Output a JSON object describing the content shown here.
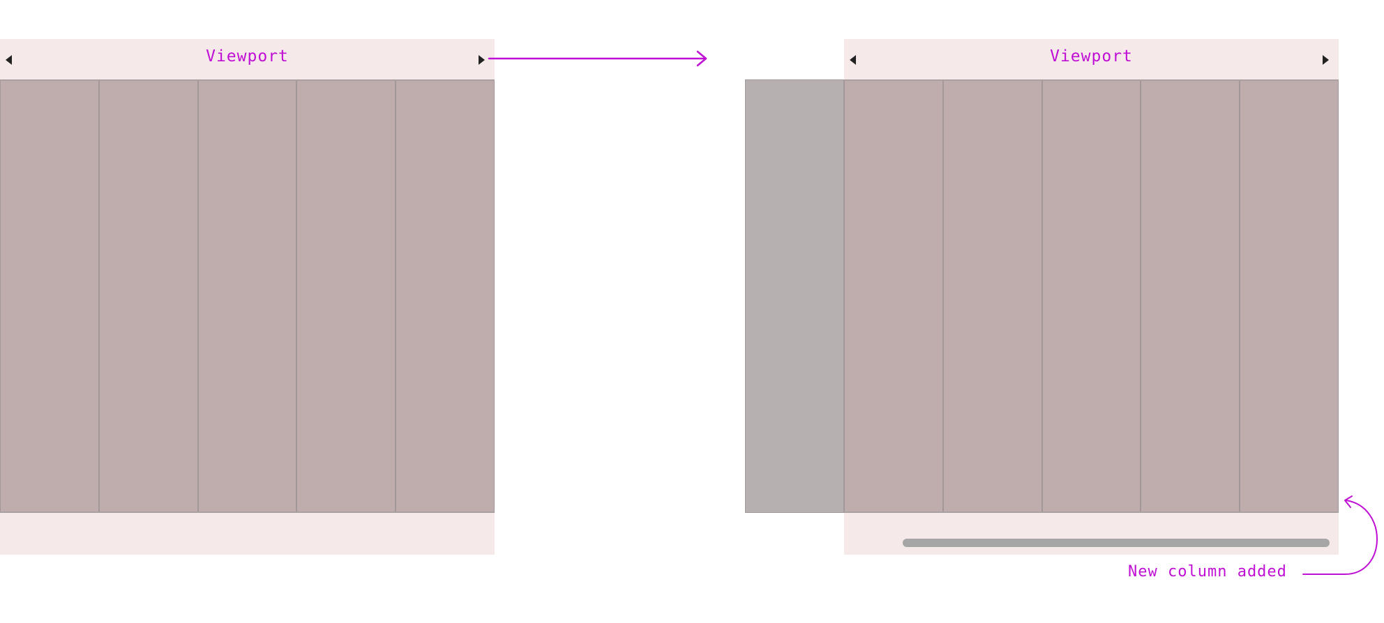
{
  "before": {
    "title": "Viewport",
    "columns": 5
  },
  "after": {
    "title": "Viewport",
    "columns": 5,
    "extra_columns": 1,
    "has_scrollbar": true
  },
  "annotation": {
    "label": "New column added"
  },
  "colors": {
    "accent": "#c00fd4",
    "viewport_bg": "#f5e9ea",
    "column": "#bfacad",
    "new_column": "#b6b0b1",
    "scrollbar": "#a6a6a6"
  },
  "icons": {
    "scroll_left": "triangle-left-icon",
    "scroll_right": "triangle-right-icon",
    "transition": "arrow-right-icon",
    "callout": "curved-arrow-icon"
  }
}
